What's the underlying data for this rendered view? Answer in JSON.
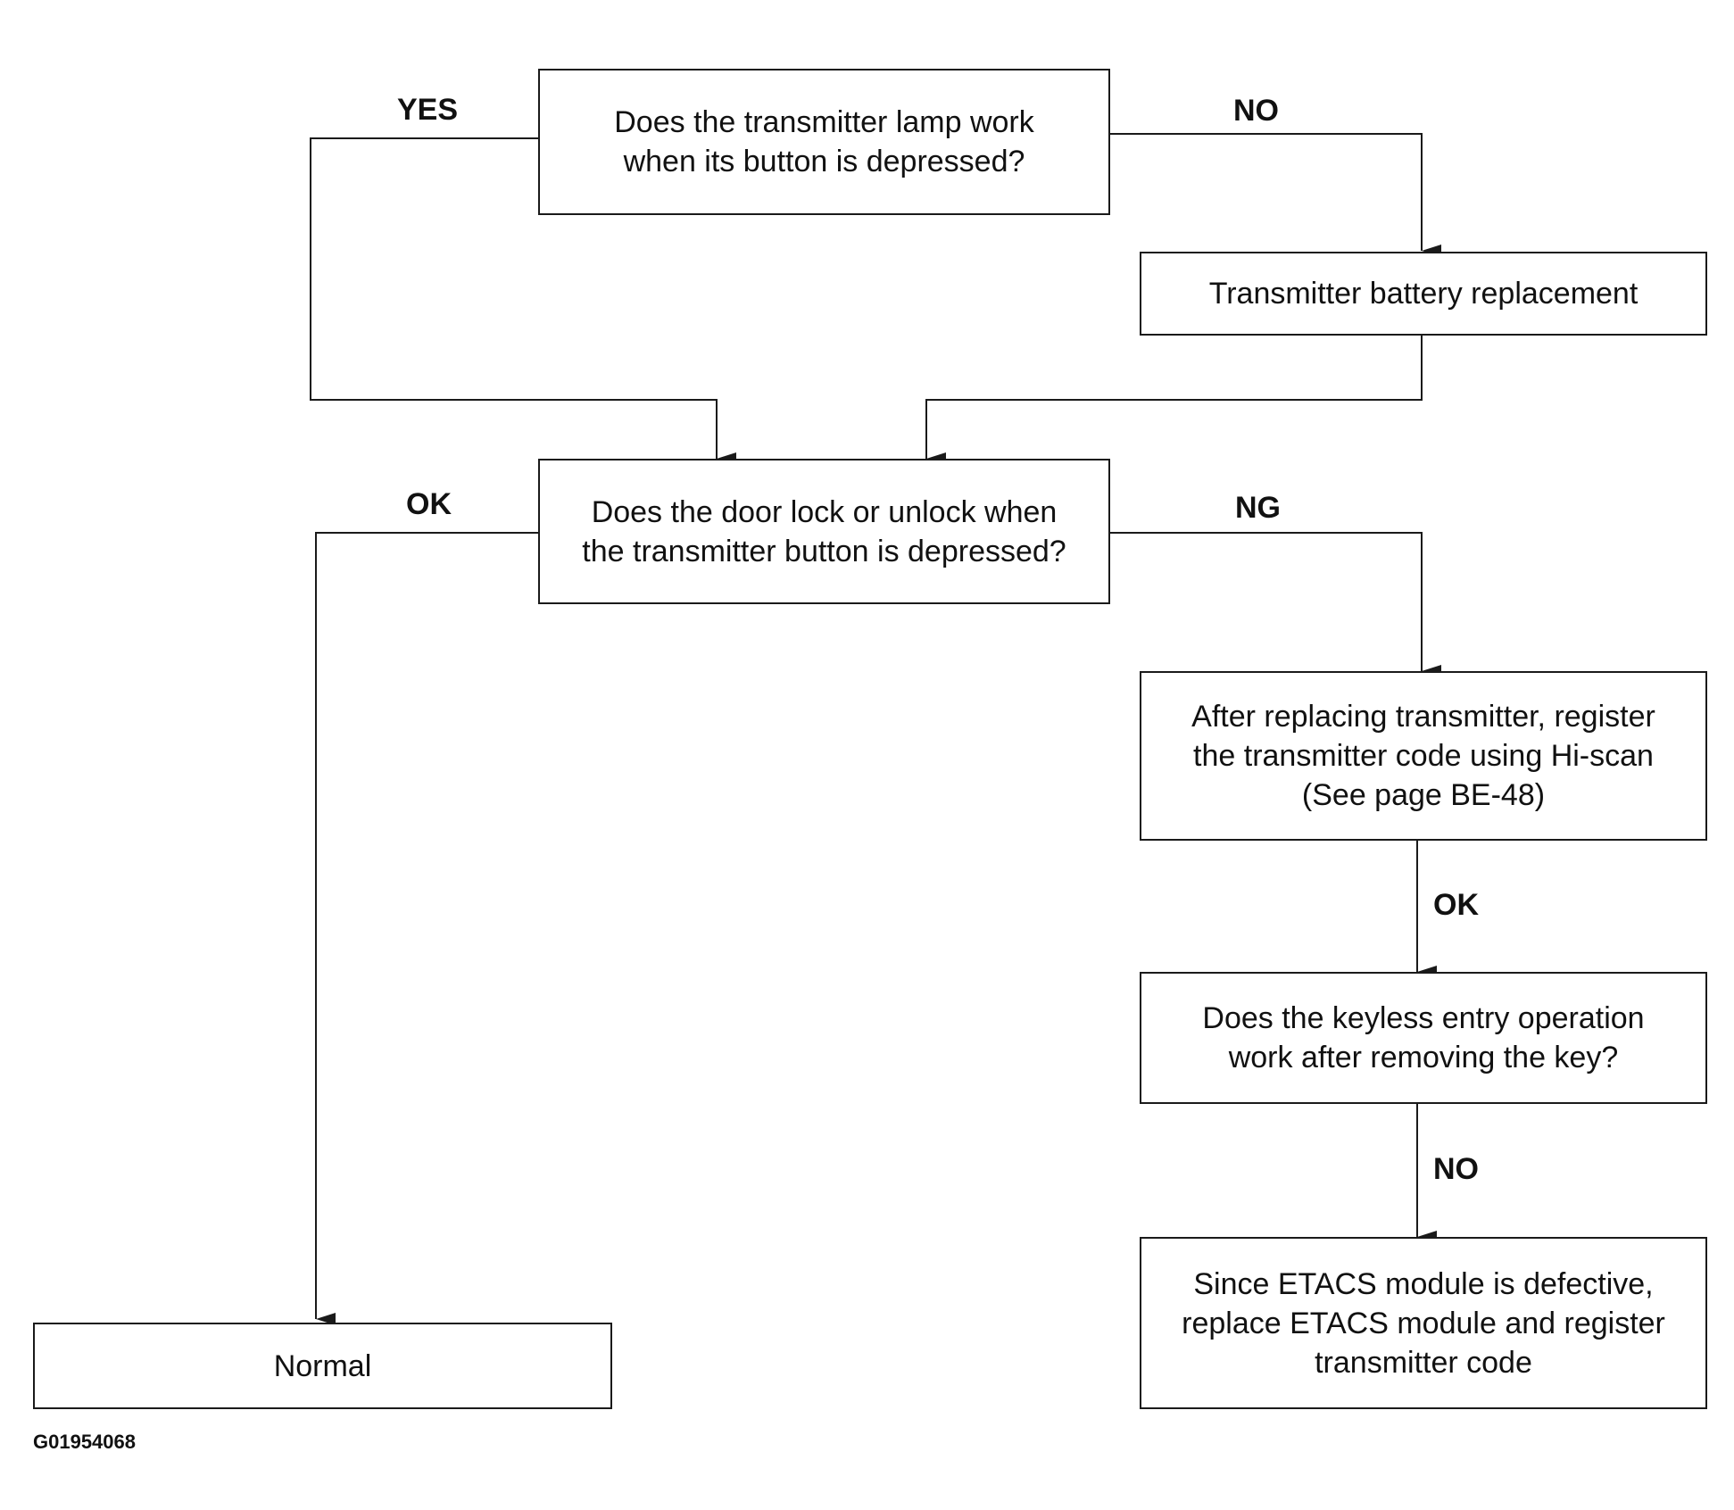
{
  "nodes": {
    "q_lamp": "Does the transmitter lamp work\nwhen its button is depressed?",
    "battery": "Transmitter battery replacement",
    "q_door": "Does the door lock or unlock when\nthe transmitter button is depressed?",
    "register": "After replacing transmitter, register\nthe transmitter code using Hi-scan\n(See page BE-48)",
    "q_keyless": "Does the keyless entry operation\nwork after removing the key?",
    "etacs": "Since ETACS module is defective,\nreplace ETACS module and register\ntransmitter code",
    "normal": "Normal"
  },
  "edge_labels": {
    "lamp_yes": "YES",
    "lamp_no": "NO",
    "door_ok": "OK",
    "door_ng": "NG",
    "register_ok": "OK",
    "keyless_no": "NO"
  },
  "figure_id": "G01954068"
}
